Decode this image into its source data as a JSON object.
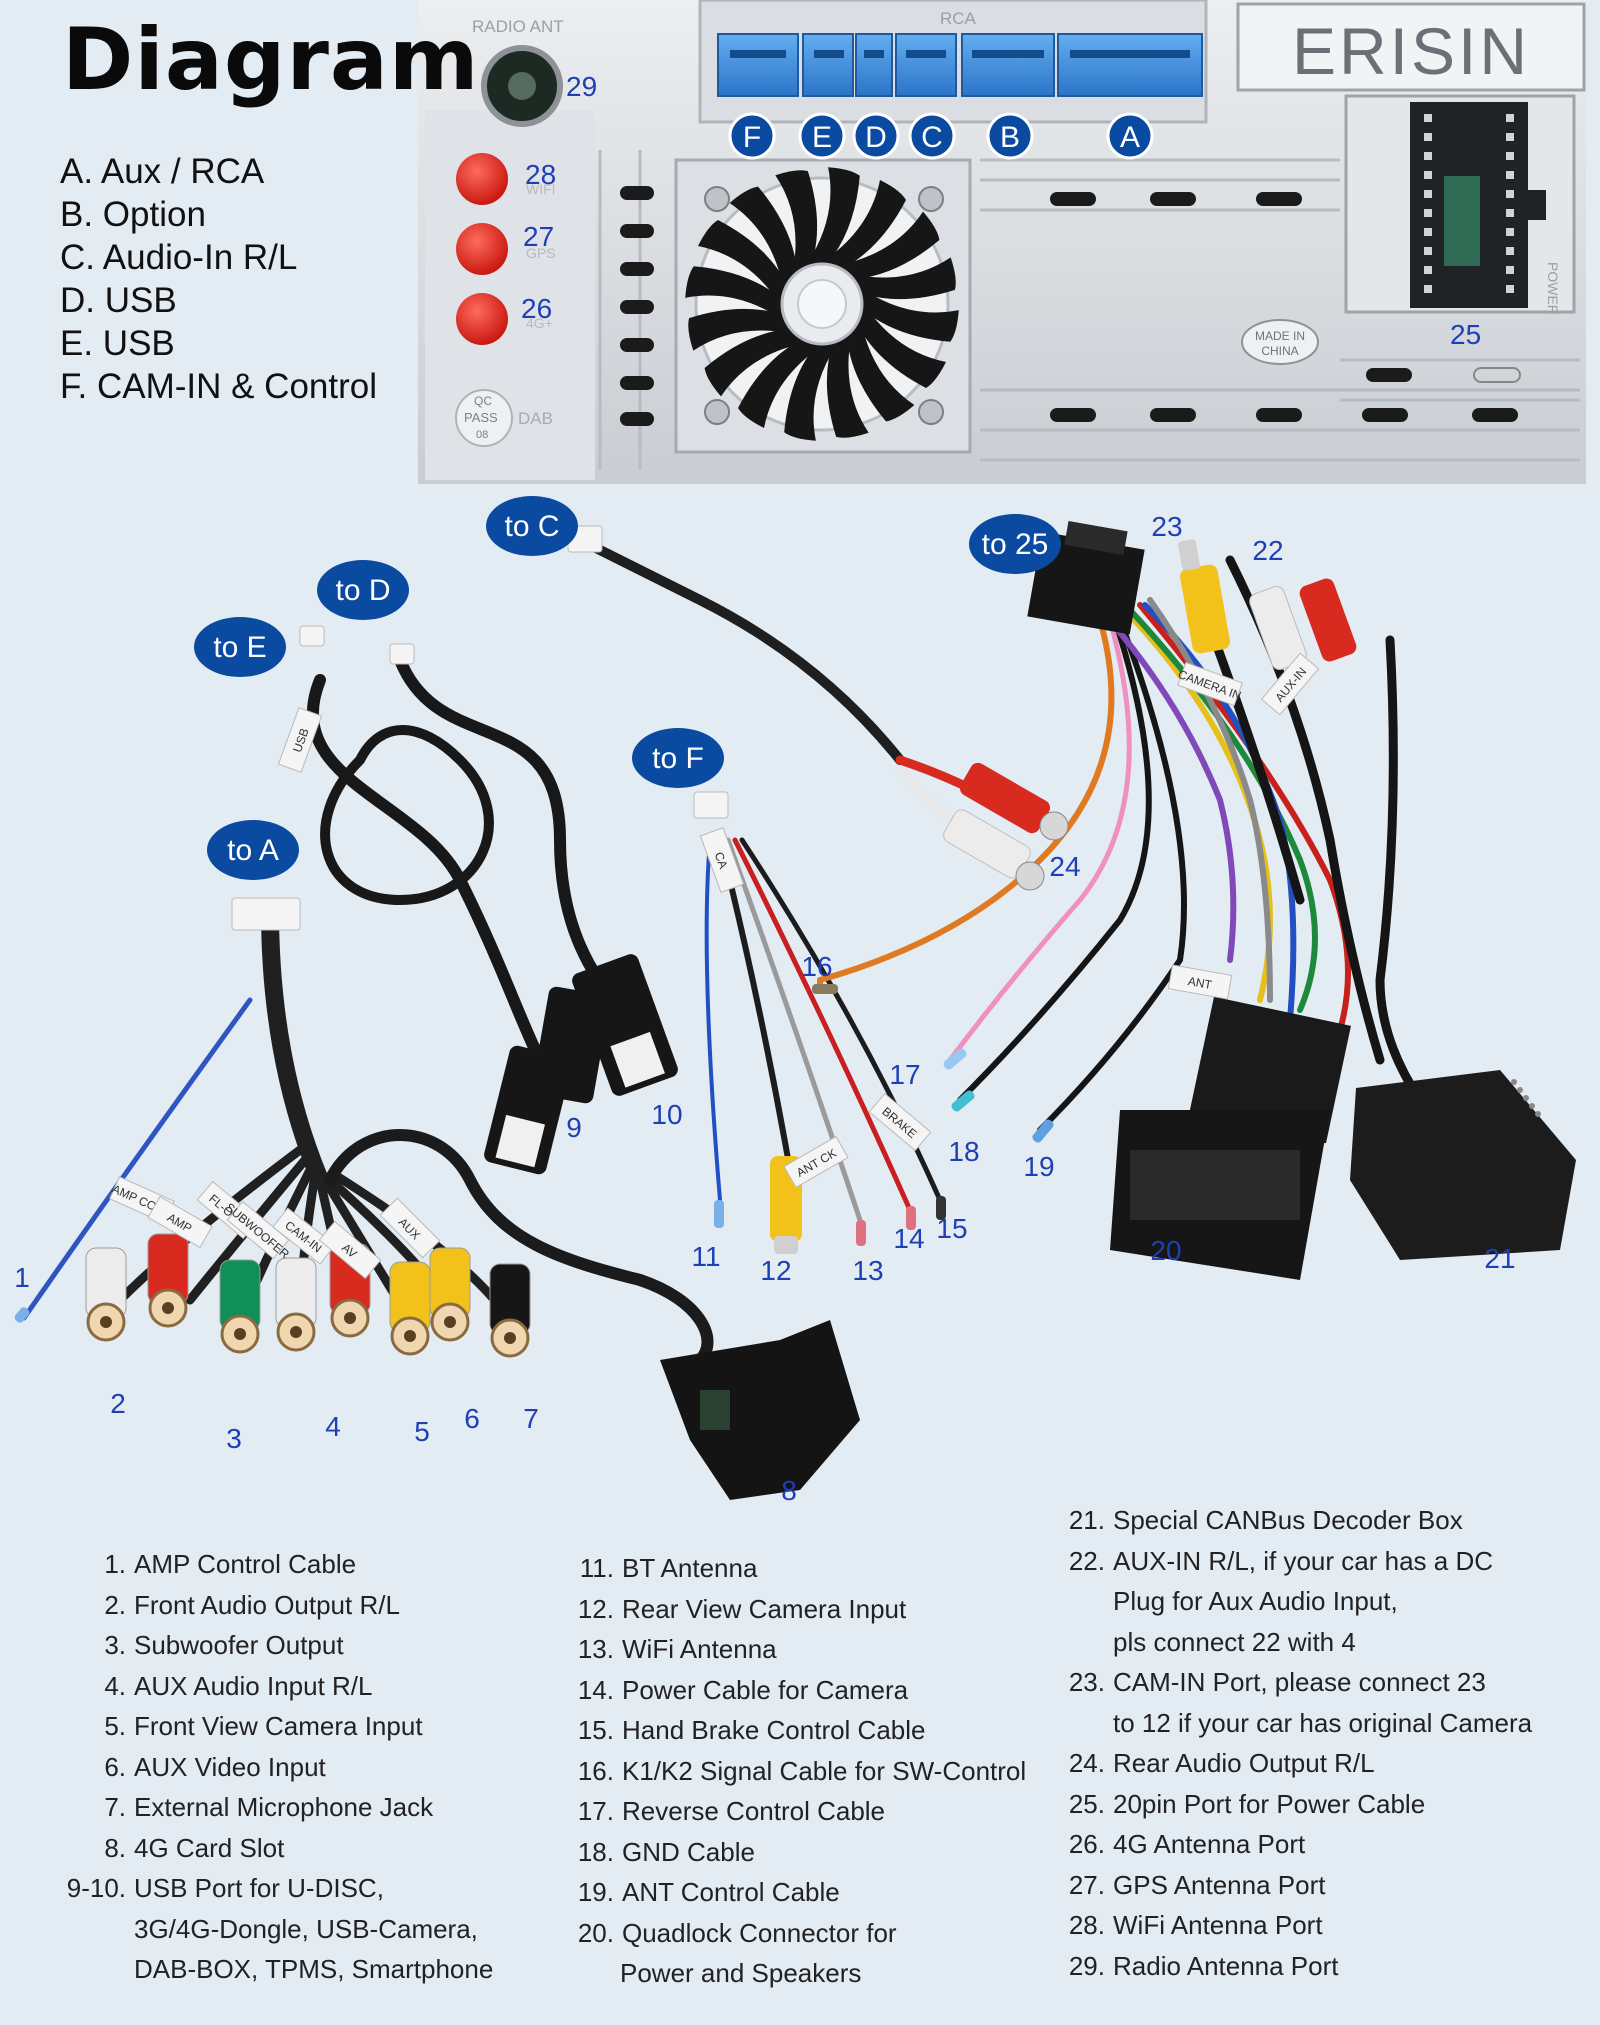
{
  "title": "Diagram",
  "brand": "ERISIN",
  "panel": {
    "radio_ant": "RADIO ANT",
    "rca": "RCA",
    "made_in": "MADE IN",
    "made_in_country": "CHINA",
    "qc1": "QC",
    "qc2": "PASS",
    "qc3": "08",
    "dab": "DAB",
    "power": "POWER",
    "wifi": "WIFI",
    "gps": "GPS",
    "fourg": "4G+"
  },
  "legend": [
    "A. Aux / RCA",
    "B. Option",
    "C. Audio-In R/L",
    "D. USB",
    "E. USB",
    "F. CAM-IN & Control"
  ],
  "port_letters": [
    "F",
    "E",
    "D",
    "C",
    "B",
    "A"
  ],
  "port_numbers": [
    "29",
    "28",
    "27",
    "26",
    "25"
  ],
  "to_labels": [
    "to C",
    "to D",
    "to E",
    "to F",
    "to A",
    "to 25"
  ],
  "cable_numbers": [
    "1",
    "2",
    "3",
    "4",
    "5",
    "6",
    "7",
    "8",
    "9",
    "10",
    "11",
    "12",
    "13",
    "14",
    "15",
    "16",
    "17",
    "18",
    "19",
    "20",
    "21",
    "22",
    "23",
    "24"
  ],
  "tags": [
    "AMP CONT",
    "AMP",
    "FL-OUT",
    "SUBWOOFER",
    "CAM-IN",
    "AV",
    "AUX",
    "CAMERA IN",
    "AUX-IN",
    "ANT",
    "BRAKE",
    "ANT CK",
    "USB",
    "CA"
  ],
  "list_col1": [
    {
      "n": "1.",
      "t": "AMP Control Cable"
    },
    {
      "n": "2.",
      "t": "Front Audio Output R/L"
    },
    {
      "n": "3.",
      "t": "Subwoofer Output"
    },
    {
      "n": "4.",
      "t": "AUX Audio Input R/L"
    },
    {
      "n": "5.",
      "t": "Front View Camera Input"
    },
    {
      "n": "6.",
      "t": "AUX Video Input"
    },
    {
      "n": "7.",
      "t": "External Microphone Jack"
    },
    {
      "n": "8.",
      "t": "4G Card Slot"
    },
    {
      "n": "9-10.",
      "t": "USB Port for U-DISC,"
    }
  ],
  "list_col1_cont": [
    "3G/4G-Dongle, USB-Camera,",
    "DAB-BOX, TPMS, Smartphone"
  ],
  "list_col2": [
    {
      "n": "11.",
      "t": "BT Antenna"
    },
    {
      "n": "12.",
      "t": "Rear View Camera Input"
    },
    {
      "n": "13.",
      "t": "WiFi Antenna"
    },
    {
      "n": "14.",
      "t": "Power Cable for Camera"
    },
    {
      "n": "15.",
      "t": "Hand Brake Control Cable"
    },
    {
      "n": "16.",
      "t": "K1/K2 Signal Cable for SW-Control"
    },
    {
      "n": "17.",
      "t": "Reverse Control Cable"
    },
    {
      "n": "18.",
      "t": "GND Cable"
    },
    {
      "n": "19.",
      "t": "ANT Control Cable"
    },
    {
      "n": "20.",
      "t": "Quadlock Connector for"
    }
  ],
  "list_col2_cont": [
    "Power and Speakers"
  ],
  "list_col3": [
    {
      "n": "21.",
      "t": "Special CANBus Decoder Box"
    },
    {
      "n": "22.",
      "t": "AUX-IN R/L, if your car has a DC"
    },
    {
      "n": "",
      "t": "Plug for Aux Audio Input,"
    },
    {
      "n": "",
      "t": "pls connect 22 with 4"
    },
    {
      "n": "23.",
      "t": "CAM-IN Port, please connect 23"
    },
    {
      "n": "",
      "t": "to 12 if your car has original Camera"
    },
    {
      "n": "24.",
      "t": "Rear Audio Output R/L"
    },
    {
      "n": "25.",
      "t": "20pin Port for Power Cable"
    },
    {
      "n": "26.",
      "t": "4G Antenna Port"
    },
    {
      "n": "27.",
      "t": "GPS Antenna Port"
    },
    {
      "n": "28.",
      "t": "WiFi Antenna Port"
    },
    {
      "n": "29.",
      "t": "Radio Antenna Port"
    }
  ],
  "colors": {
    "background": "#e3ebf3",
    "label_blue": "#1f3fb4",
    "bubble_blue": "#0a4aa0",
    "panel_silver": "#d6d9dd",
    "port_blue": "#3c8fe0",
    "cable_black": "#1a1a1a",
    "rca_red": "#e02a1e",
    "rca_white": "#eeeeee",
    "rca_yellow": "#f4c21a",
    "rca_green": "#0f8f5a"
  }
}
